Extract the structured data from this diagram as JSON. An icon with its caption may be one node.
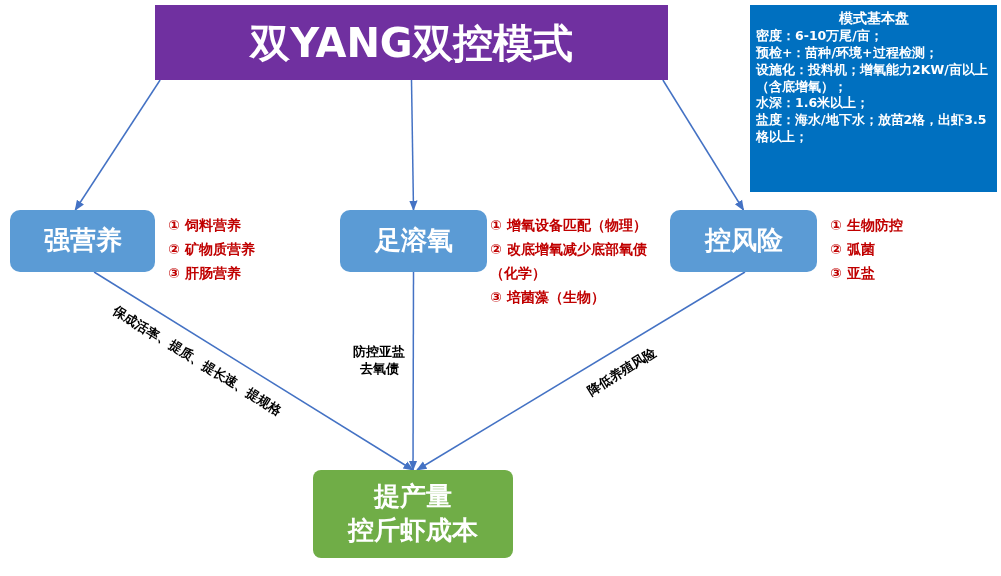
{
  "diagram": {
    "nodes": [
      {
        "text": [
          "双YANG双控模式"
        ]
      },
      {
        "text": [
          "强营养"
        ],
        "beside": [
          "① 饲料营养",
          "② 矿物质营养",
          "③ 肝肠营养"
        ]
      },
      {
        "text": [
          "足溶氧"
        ],
        "beside": [
          "① 增氧设备匹配（物理）",
          "② 改底增氧减少底部氧债（化学）",
          "③ 培菌藻（生物）"
        ]
      },
      {
        "text": [
          "控风险"
        ],
        "beside": [
          "① 生物防控",
          "② 弧菌",
          "③ 亚盐"
        ]
      },
      {
        "text": [
          "提产量",
          "控斤虾成本"
        ]
      },
      {
        "text": [
          "模式基本盘",
          "密度：6-10万尾/亩；",
          "预检+：苗种/环境+过程检测；",
          "设施化：投料机；增氧能力2KW/亩以上（含底增氧）；",
          "水深：1.6米以上；",
          "盐度：海水/地下水；放苗2格，出虾3.5格以上；"
        ]
      }
    ],
    "edges": [
      {
        "from": 0,
        "to": 1,
        "arrow": "to"
      },
      {
        "from": 0,
        "to": 2,
        "arrow": "to"
      },
      {
        "from": 0,
        "to": 3,
        "arrow": "to"
      },
      {
        "from": 1,
        "to": 4,
        "arrow": "to",
        "label": "保成活率、提质、提长速、提规格"
      },
      {
        "from": 2,
        "to": 4,
        "arrow": "to",
        "label": "防控亚盐去氧债"
      },
      {
        "from": 3,
        "to": 4,
        "arrow": "to",
        "label": "降低养殖风险"
      }
    ]
  }
}
